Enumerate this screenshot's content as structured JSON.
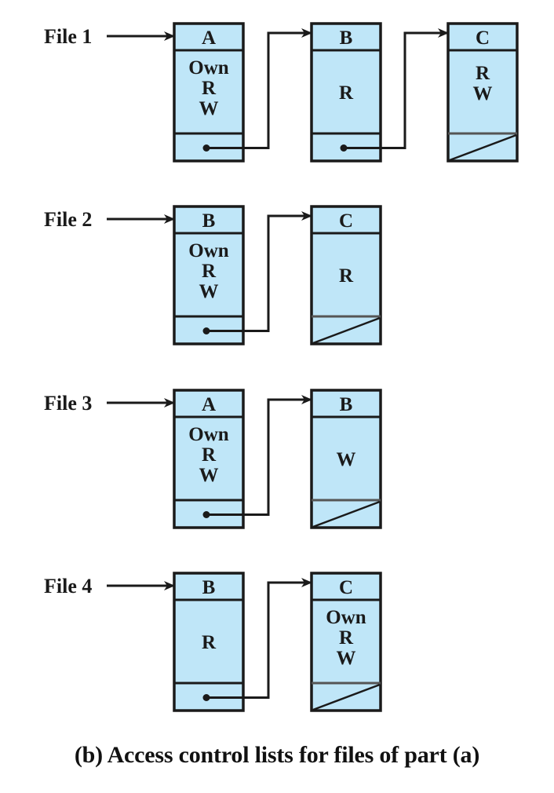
{
  "colors": {
    "box_fill": "#bfe6f8",
    "stroke": "#1a1a1a",
    "null_line": "#555555"
  },
  "caption": "(b) Access control lists for files of part (a)",
  "files": [
    {
      "label": "File 1",
      "entries": [
        {
          "user": "A",
          "rights": [
            "Own",
            "R",
            "W"
          ]
        },
        {
          "user": "B",
          "rights": [
            "R"
          ]
        },
        {
          "user": "C",
          "rights": [
            "R",
            "W"
          ]
        }
      ]
    },
    {
      "label": "File 2",
      "entries": [
        {
          "user": "B",
          "rights": [
            "Own",
            "R",
            "W"
          ]
        },
        {
          "user": "C",
          "rights": [
            "R"
          ]
        }
      ]
    },
    {
      "label": "File 3",
      "entries": [
        {
          "user": "A",
          "rights": [
            "Own",
            "R",
            "W"
          ]
        },
        {
          "user": "B",
          "rights": [
            "W"
          ]
        }
      ]
    },
    {
      "label": "File 4",
      "entries": [
        {
          "user": "B",
          "rights": [
            "R"
          ]
        },
        {
          "user": "C",
          "rights": [
            "Own",
            "R",
            "W"
          ]
        }
      ]
    }
  ]
}
